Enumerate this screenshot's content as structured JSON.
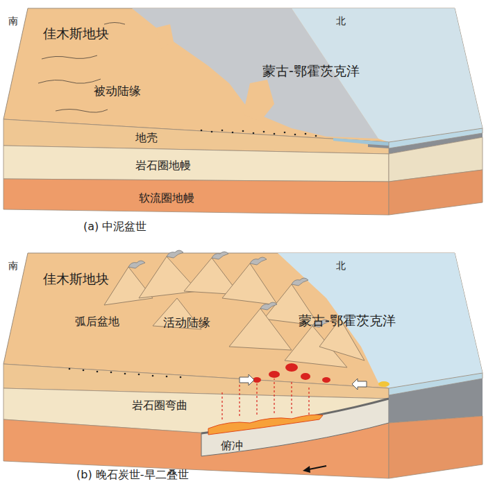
{
  "diagram": {
    "labels": [
      "南",
      "北",
      "佳木斯地块",
      "被动陆缘",
      "蒙古-鄂霍茨克洋",
      "地壳",
      "岩石圈地幔",
      "软流圈地幔",
      "(a) 中泥盆世",
      "南",
      "北",
      "佳木斯地块",
      "弧后盆地",
      "活动陆缘",
      "蒙古-鄂霍茨克洋",
      "岩石圈弯曲",
      "俯冲",
      "(b) 晚石炭世-早二叠世"
    ]
  }
}
